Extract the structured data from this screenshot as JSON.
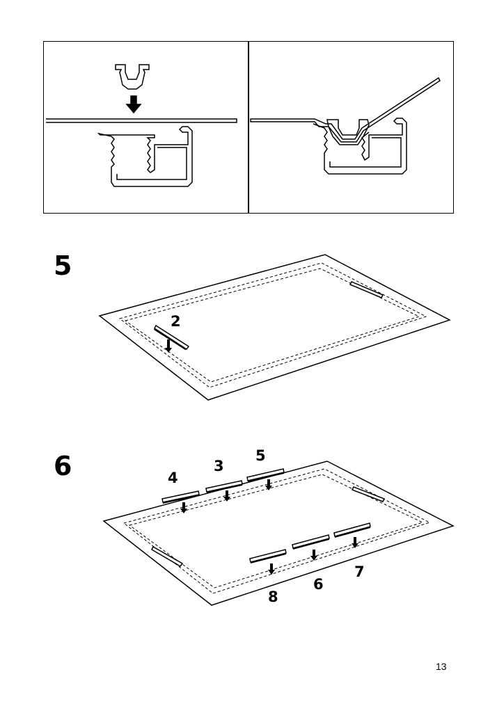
{
  "steps": [
    {
      "number": "5",
      "strip_labels": [
        "2"
      ]
    },
    {
      "number": "6",
      "strip_labels": [
        "4",
        "3",
        "5",
        "8",
        "6",
        "7"
      ]
    }
  ],
  "page_number": "13",
  "icons": {
    "down_arrow": "down-arrow-icon",
    "clip_profile": "clip-profile-icon",
    "frame_profile": "frame-profile-icon"
  }
}
